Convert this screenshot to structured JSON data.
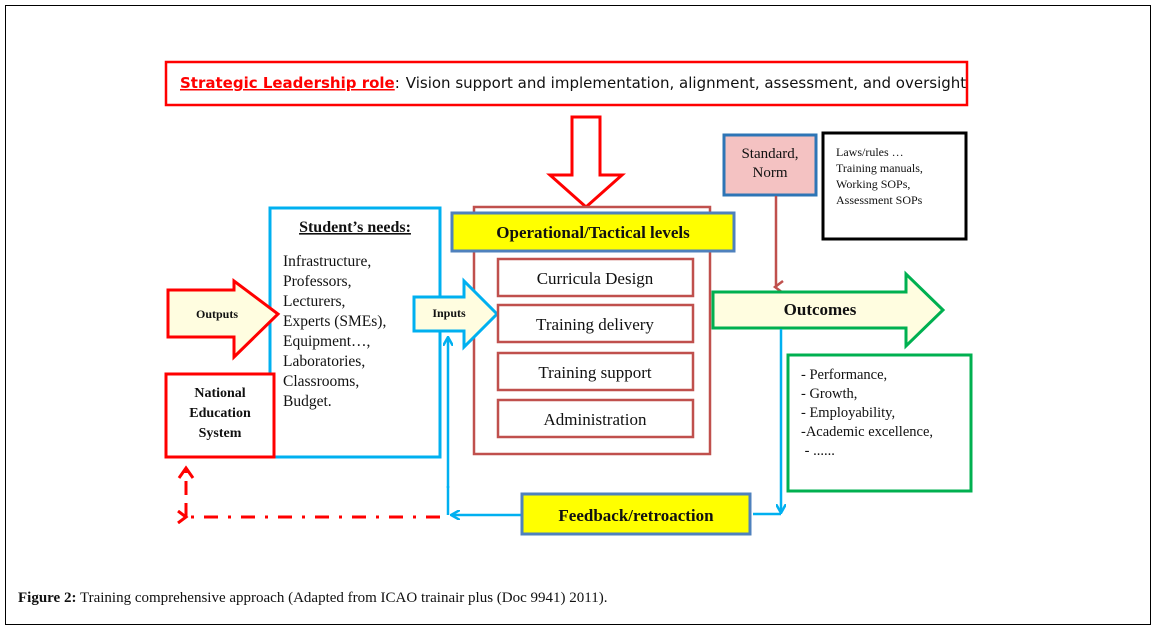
{
  "strategic": {
    "label": "Strategic Leadership role",
    "separator": ":",
    "text": "Vision support and implementation, alignment, assessment, and oversight"
  },
  "standard_norm": {
    "line1": "Standard,",
    "line2": "Norm"
  },
  "laws_box": {
    "lines": [
      "Laws/rules …",
      "Training manuals,",
      "Working SOPs,",
      "Assessment  SOPs"
    ]
  },
  "students_needs": {
    "title": "Student’s needs:",
    "items": [
      "Infrastructure,",
      "Professors,",
      "Lecturers,",
      "Experts (SMEs),",
      "Equipment…,",
      "Laboratories,",
      "Classrooms,",
      "Budget."
    ]
  },
  "outputs_arrow": {
    "label": "Outputs"
  },
  "national_education": {
    "lines": [
      "National",
      "Education",
      "System"
    ]
  },
  "inputs_arrow": {
    "label": "Inputs"
  },
  "operational": {
    "title": "Operational/Tactical levels",
    "items": [
      "Curricula Design",
      "Training delivery",
      "Training support",
      "Administration"
    ]
  },
  "outcomes_arrow": {
    "label": "Outcomes"
  },
  "outcomes_list": {
    "items": [
      "- Performance,",
      "- Growth,",
      "- Employability,",
      "-Academic excellence,",
      " - ......"
    ]
  },
  "feedback": {
    "label": "Feedback/retroaction"
  },
  "caption": {
    "label": "Figure 2:",
    "text": " Training comprehensive approach (Adapted from ICAO trainair plus (Doc 9941) 2011)."
  },
  "colors": {
    "red": "#ff0000",
    "blue": "#00b0f0",
    "brown": "#c0504d",
    "green": "#00b050",
    "yellow": "#ffff00",
    "cream": "#fffde0",
    "pink": "#f4c2c2",
    "steel_blue": "#4f81bd"
  }
}
